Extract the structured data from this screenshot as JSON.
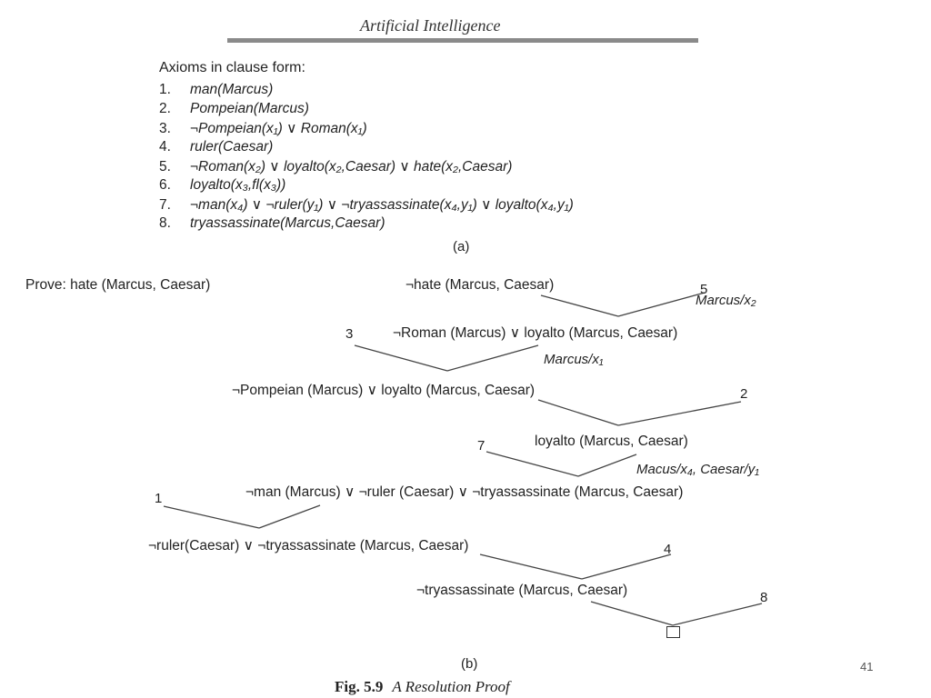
{
  "header": {
    "title": "Artificial Intelligence"
  },
  "axioms": {
    "heading": "Axioms in clause form:",
    "items": [
      {
        "num": "1.",
        "text": "man(Marcus)"
      },
      {
        "num": "2.",
        "text": "Pompeian(Marcus)"
      },
      {
        "num": "3.",
        "text": "¬Pompeian(x₁) ∨ Roman(x₁)"
      },
      {
        "num": "4.",
        "text": "ruler(Caesar)"
      },
      {
        "num": "5.",
        "text": "¬Roman(x₂) ∨ loyalto(x₂,Caesar) ∨ hate(x₂,Caesar)"
      },
      {
        "num": "6.",
        "text": "loyalto(x₃,fl(x₃))"
      },
      {
        "num": "7.",
        "text": "¬man(x₄) ∨ ¬ruler(y₁) ∨ ¬tryassassinate(x₄,y₁) ∨ loyalto(x₄,y₁)"
      },
      {
        "num": "8.",
        "text": "tryassassinate(Marcus,Caesar)"
      }
    ],
    "sublabel": "(a)"
  },
  "proof": {
    "prove_label": "Prove: hate (Marcus, Caesar)",
    "nodes": [
      "¬hate (Marcus, Caesar)",
      "¬Roman (Marcus) ∨ loyalto (Marcus, Caesar)",
      "¬Pompeian (Marcus) ∨ loyalto (Marcus, Caesar)",
      "loyalto (Marcus, Caesar)",
      "¬man (Marcus) ∨ ¬ruler (Caesar) ∨ ¬tryassassinate (Marcus, Caesar)",
      "¬ruler(Caesar) ∨ ¬tryassassinate (Marcus, Caesar)",
      "¬tryassassinate (Marcus, Caesar)"
    ],
    "axiom_refs": [
      "5",
      "3",
      "2",
      "7",
      "1",
      "4",
      "8"
    ],
    "substitutions": [
      "Marcus/x₂",
      "Marcus/x₁",
      "Macus/x₄, Caesar/y₁"
    ],
    "sublabel": "(b)"
  },
  "caption": {
    "fig": "Fig. 5.9",
    "title": "A Resolution Proof"
  },
  "page_number": "41"
}
